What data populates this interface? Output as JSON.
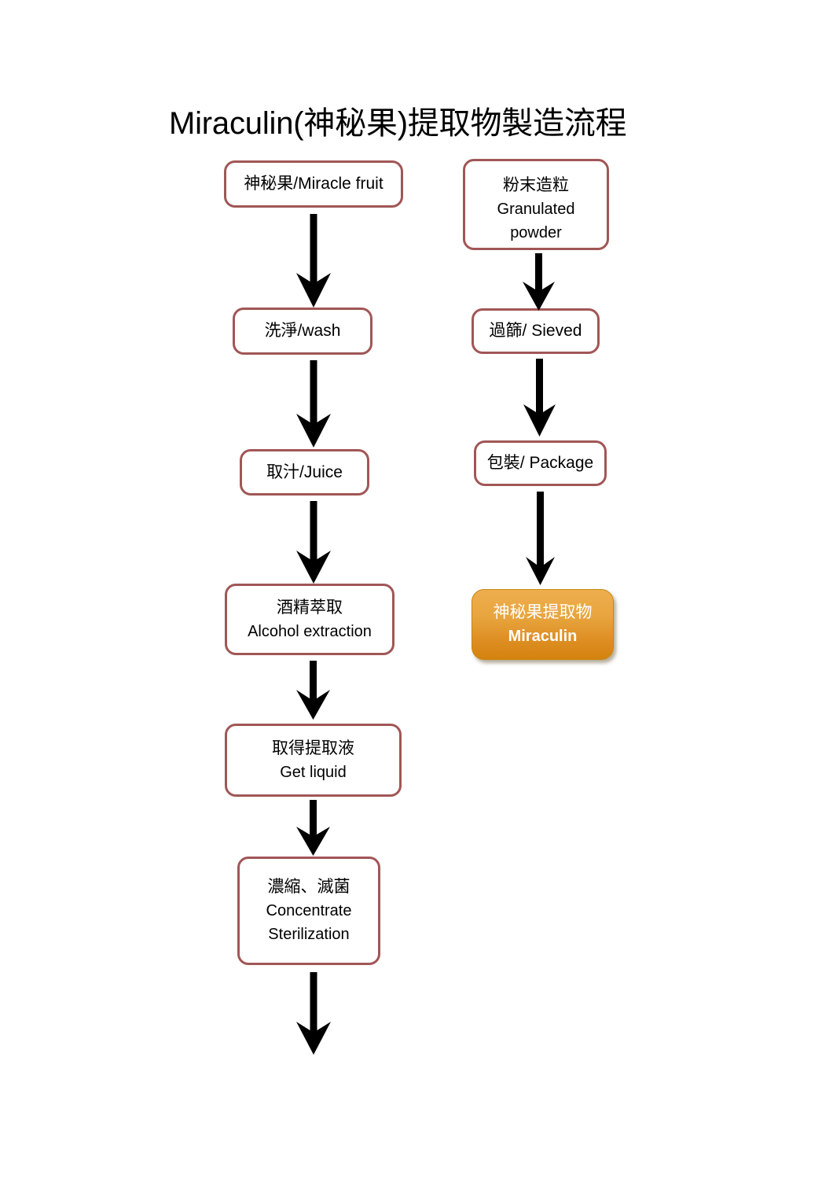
{
  "title": "Miraculin(神秘果)提取物製造流程",
  "colors": {
    "box_border": "#a15656",
    "box_fill": "#ffffff",
    "terminal_top": "#eeae4e",
    "terminal_bottom": "#d4820f",
    "terminal_text": "#ffffff",
    "arrow": "#000000",
    "text": "#000000",
    "page_background": "#ffffff"
  },
  "diagram": {
    "type": "flowchart",
    "orientation": "top-to-bottom",
    "columns": 2,
    "left_column": {
      "name": "extraction-process",
      "nodes": [
        {
          "id": "miracle-fruit",
          "cjk": "神秘果",
          "latin": "Miracle fruit",
          "inline": "神秘果/Miracle fruit",
          "layout": "inline"
        },
        {
          "id": "wash",
          "cjk": "洗淨",
          "latin": "wash",
          "inline": "洗淨/wash",
          "layout": "inline"
        },
        {
          "id": "juice",
          "cjk": "取汁",
          "latin": "Juice",
          "inline": "取汁/Juice",
          "layout": "inline"
        },
        {
          "id": "alcohol-extraction",
          "cjk": "酒精萃取",
          "latin": "Alcohol extraction",
          "layout": "stacked"
        },
        {
          "id": "get-liquid",
          "cjk": "取得提取液",
          "latin": "Get liquid",
          "layout": "stacked"
        },
        {
          "id": "concentrate-sterilization",
          "cjk": "濃縮、滅菌",
          "latin": "Concentrate",
          "latin2": "Sterilization",
          "layout": "stacked3"
        }
      ]
    },
    "right_column": {
      "name": "packaging-process",
      "nodes": [
        {
          "id": "granulated-powder",
          "cjk": "粉末造粒",
          "latin": "Granulated",
          "latin2": "powder",
          "layout": "stacked3-clipped"
        },
        {
          "id": "sieved",
          "cjk": "過篩",
          "latin": "Sieved",
          "inline": "過篩/ Sieved",
          "layout": "inline"
        },
        {
          "id": "package",
          "cjk": "包裝",
          "latin": "Package",
          "inline": "包裝/ Package",
          "layout": "inline"
        }
      ],
      "terminal": {
        "id": "miraculin-extract",
        "cjk": "神秘果提取物",
        "latin": "Miraculin",
        "style": "orange-gradient"
      }
    },
    "arrows": [
      {
        "id": "arrow-fruit-to-wash",
        "from": "miracle-fruit",
        "to": "wash"
      },
      {
        "id": "arrow-wash-to-juice",
        "from": "wash",
        "to": "juice"
      },
      {
        "id": "arrow-juice-to-alcohol",
        "from": "juice",
        "to": "alcohol-extraction"
      },
      {
        "id": "arrow-alcohol-to-liquid",
        "from": "alcohol-extraction",
        "to": "get-liquid"
      },
      {
        "id": "arrow-liquid-to-concentrate",
        "from": "get-liquid",
        "to": "concentrate-sterilization"
      },
      {
        "id": "arrow-concentrate-to-next",
        "from": "concentrate-sterilization",
        "to": ""
      },
      {
        "id": "arrow-powder-to-sieved",
        "from": "granulated-powder",
        "to": "sieved"
      },
      {
        "id": "arrow-sieved-to-package",
        "from": "sieved",
        "to": "package"
      },
      {
        "id": "arrow-package-to-miraculin",
        "from": "package",
        "to": "miraculin-extract"
      }
    ]
  }
}
